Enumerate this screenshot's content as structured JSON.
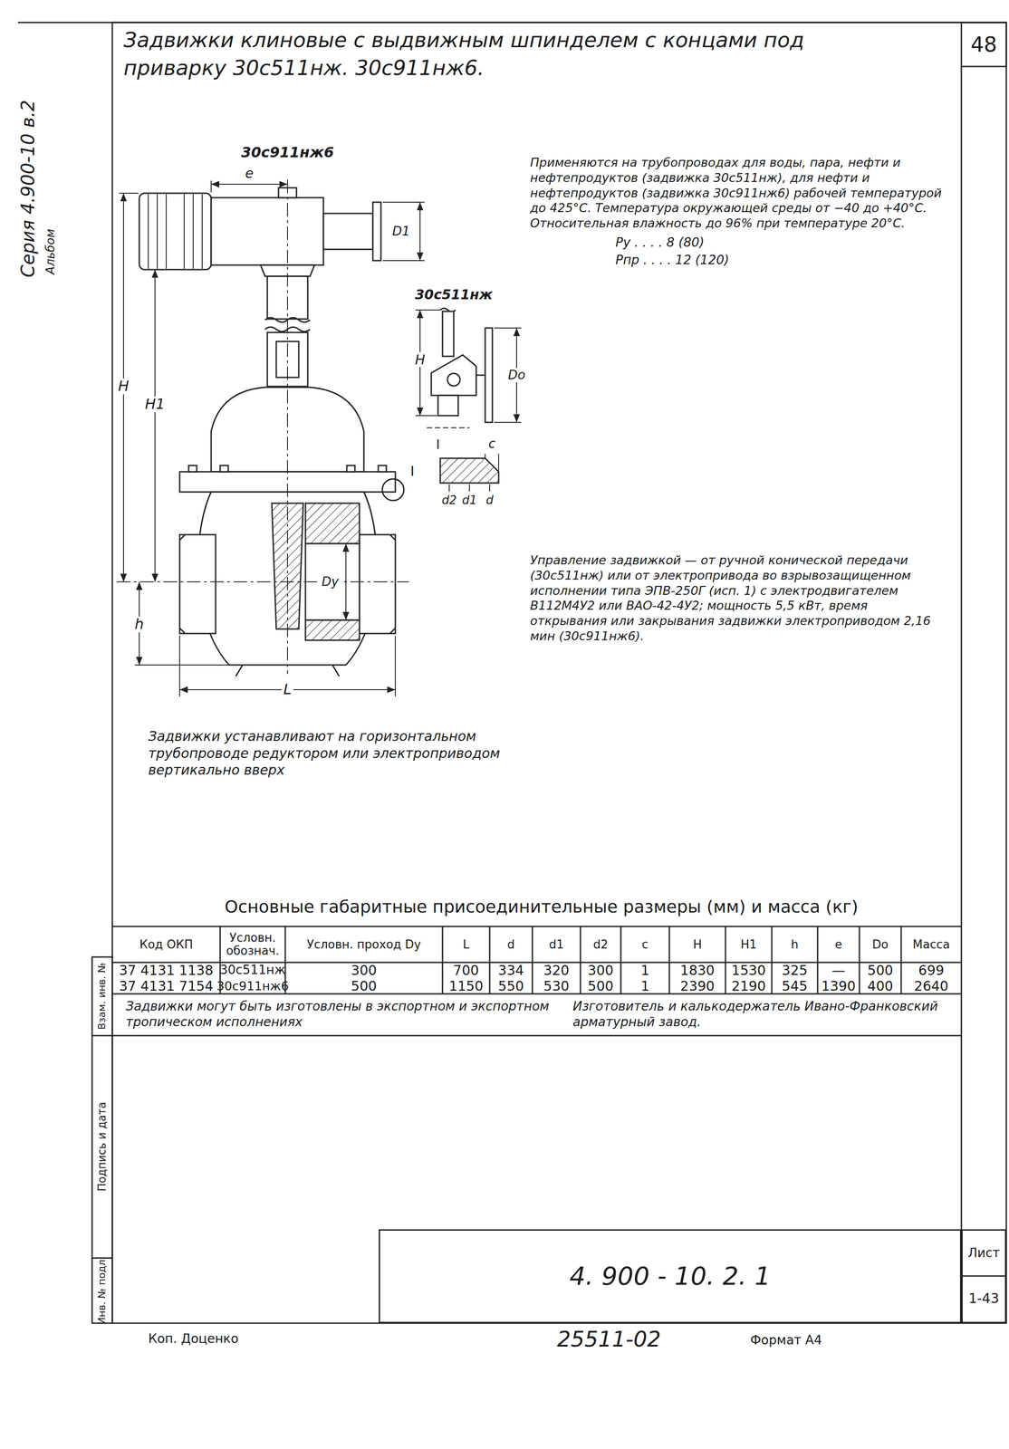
{
  "diagram": {
    "title": "Задвижки клиновые с выдвижным шпинделем с концами под приварку 30с511нж. 30с911нж6.",
    "nodes": [
      {
        "text": [
          "4. 900 - 10. 2. 1"
        ]
      },
      {
        "text": [
          "Лист",
          "1-43"
        ]
      }
    ],
    "labels": [
      "48",
      "Серия 4.900-10 в.2",
      "Альбом",
      "30с911нж6",
      "e",
      "D1",
      "Н",
      "Н1",
      "h",
      "Dу",
      "L",
      "I",
      "30с511нж",
      "Н",
      "Dо",
      "I",
      "c",
      "d",
      "d1",
      "d2",
      "Применяются на трубопроводах для воды, пара, нефти и нефтепродуктов (задвижка 30с511нж), для нефти и нефтепродуктов (задвижка 30с911нж6) рабочей температурой до 425°С. Температура окружающей среды от −40 до +40°С. Относительная влажность до 96% при температуре 20°С.",
      "Ру . . . . 8 (80)",
      "Рпр . . . . 12 (120)",
      "Управление задвижкой — от ручной конической передачи (30с511нж) или от электропривода во взрывозащищенном исполнении типа ЭПВ-250Г (исп. 1) с электродвигателем В112М4У2 или ВАО-42-4У2; мощность 5,5 кВт, время открывания или закрывания задвижки электроприводом 2,16 мин (30с911нж6).",
      "Задвижки устанавливают на горизонтальном трубопроводе редуктором или электроприводом вертикально вверх",
      "Основные габаритные присоединительные размеры (мм) и масса (кг)",
      "Код ОКП",
      "Условн. обознач.",
      "Условн. проход Dу",
      "L",
      "d",
      "d1",
      "d2",
      "c",
      "Н",
      "Н1",
      "h",
      "e",
      "Dо",
      "Масса",
      "37 4131 1138",
      "30с511нж",
      "300",
      "700",
      "334",
      "320",
      "300",
      "1",
      "1830",
      "1530",
      "325",
      "—",
      "500",
      "699",
      "37 4131 7154",
      "30с911нж6",
      "500",
      "1150",
      "550",
      "530",
      "500",
      "1",
      "2390",
      "2190",
      "545",
      "1390",
      "400",
      "2640",
      "Задвижки могут быть изготовлены в экспортном и экспортном тропическом исполнениях",
      "Изготовитель и калькодержатель Ивано-Франковский арматурный завод.",
      "Инв. № подл.",
      "Подпись и дата",
      "Взам. инв. №",
      "Коп. Доценко",
      "25511-02",
      "Формат А4"
    ]
  }
}
